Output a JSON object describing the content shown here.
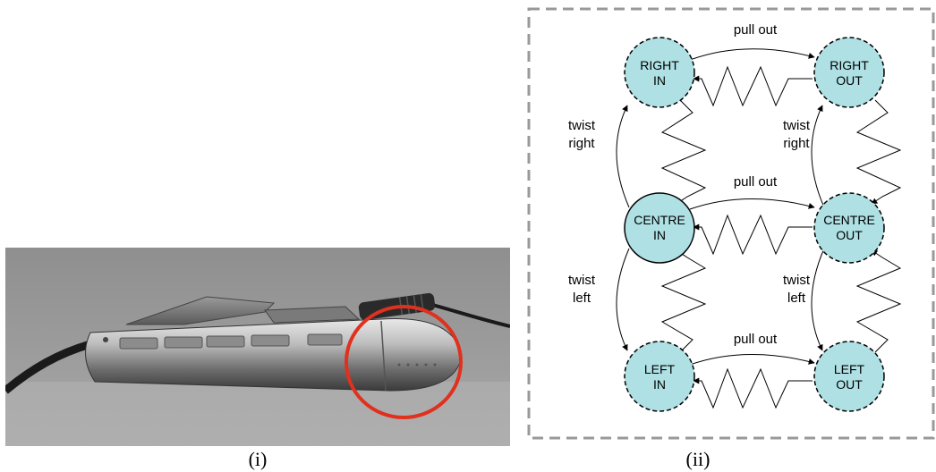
{
  "panels": {
    "photo": {
      "caption": "(i)",
      "highlight_color": "#e0301e"
    },
    "diagram": {
      "caption": "(ii)",
      "node_fill": "#aee0e4",
      "border_color": "#999999",
      "nodes": {
        "right_in": [
          "RIGHT",
          "IN"
        ],
        "right_out": [
          "RIGHT",
          "OUT"
        ],
        "centre_in": [
          "CENTRE",
          "IN"
        ],
        "centre_out": [
          "CENTRE",
          "OUT"
        ],
        "left_in": [
          "LEFT",
          "IN"
        ],
        "left_out": [
          "LEFT",
          "OUT"
        ]
      },
      "labels": {
        "pull_out_top": "pull out",
        "pull_out_middle": "pull out",
        "pull_out_bottom": "pull out",
        "twist_right_left": [
          "twist",
          "right"
        ],
        "twist_right_right": [
          "twist",
          "right"
        ],
        "twist_left_left": [
          "twist",
          "left"
        ],
        "twist_left_right": [
          "twist",
          "left"
        ]
      }
    }
  }
}
